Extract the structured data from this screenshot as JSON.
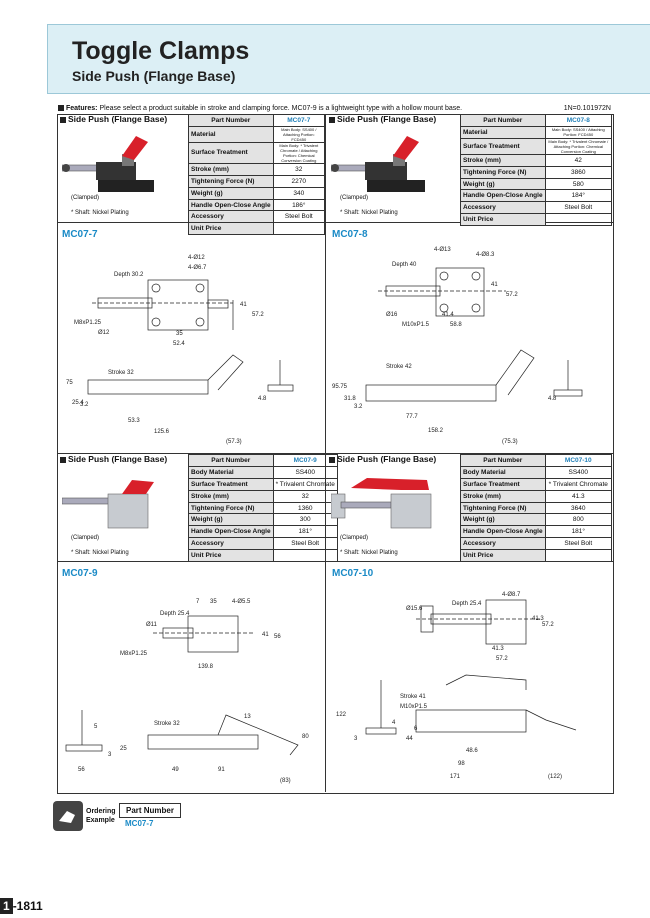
{
  "header": {
    "title": "Toggle Clamps",
    "subtitle": "Side Push (Flange Base)"
  },
  "features": {
    "label": "Features:",
    "text": "Please select a product suitable in stroke and clamping force. MC07-9 is a lightweight type with a hollow mount base.",
    "unit_note": "1N=0.101972N"
  },
  "products": [
    {
      "head": "Side Push (Flange Base)",
      "clamped": "(Clamped)",
      "shaft": "* Shaft: Nickel Plating",
      "pn_label": "Part Number",
      "pn": "MC07-7",
      "rows": [
        {
          "k": "Material",
          "v": "Main Body: SS400 / Attaching Portion: FCD450",
          "small": true
        },
        {
          "k": "Surface Treatment",
          "v": "Main Body: * Trivalent Chromate / Attaching Portion: Chemical Conversion Coating",
          "small": true
        },
        {
          "k": "Stroke (mm)",
          "v": "32"
        },
        {
          "k": "Tightening Force (N)",
          "v": "2270"
        },
        {
          "k": "Weight (g)",
          "v": "340"
        },
        {
          "k": "Handle Open-Close Angle",
          "v": "186°"
        },
        {
          "k": "Accessory",
          "v": "Steel Bolt"
        },
        {
          "k": "Unit Price",
          "v": ""
        }
      ]
    },
    {
      "head": "Side Push (Flange Base)",
      "clamped": "(Clamped)",
      "shaft": "* Shaft: Nickel Plating",
      "pn_label": "Part Number",
      "pn": "MC07-8",
      "rows": [
        {
          "k": "Material",
          "v": "Main Body: SS400 / Attaching Portion: FCD450",
          "small": true
        },
        {
          "k": "Surface Treatment",
          "v": "Main Body: * Trivalent Chromate / Attaching Portion: Chemical Conversion Coating",
          "small": true
        },
        {
          "k": "Stroke (mm)",
          "v": "42"
        },
        {
          "k": "Tightening Force (N)",
          "v": "3860"
        },
        {
          "k": "Weight (g)",
          "v": "580"
        },
        {
          "k": "Handle Open-Close Angle",
          "v": "184°"
        },
        {
          "k": "Accessory",
          "v": "Steel Bolt"
        },
        {
          "k": "Unit Price",
          "v": ""
        }
      ]
    },
    {
      "head": "Side Push (Flange Base)",
      "clamped": "(Clamped)",
      "shaft": "* Shaft: Nickel Plating",
      "pn_label": "Part Number",
      "pn": "MC07-9",
      "rows": [
        {
          "k": "Body Material",
          "v": "SS400"
        },
        {
          "k": "Surface Treatment",
          "v": "* Trivalent Chromate"
        },
        {
          "k": "Stroke (mm)",
          "v": "32"
        },
        {
          "k": "Tightening Force (N)",
          "v": "1360"
        },
        {
          "k": "Weight (g)",
          "v": "300"
        },
        {
          "k": "Handle Open-Close Angle",
          "v": "181°"
        },
        {
          "k": "Accessory",
          "v": "Steel Bolt"
        },
        {
          "k": "Unit Price",
          "v": ""
        }
      ]
    },
    {
      "head": "Side Push (Flange Base)",
      "clamped": "(Clamped)",
      "shaft": "* Shaft: Nickel Plating",
      "pn_label": "Part Number",
      "pn": "MC07-10",
      "rows": [
        {
          "k": "Body Material",
          "v": "SS400"
        },
        {
          "k": "Surface Treatment",
          "v": "* Trivalent Chromate"
        },
        {
          "k": "Stroke (mm)",
          "v": "41.3"
        },
        {
          "k": "Tightening Force (N)",
          "v": "3640"
        },
        {
          "k": "Weight (g)",
          "v": "800"
        },
        {
          "k": "Handle Open-Close Angle",
          "v": "181°"
        },
        {
          "k": "Accessory",
          "v": "Steel Bolt"
        },
        {
          "k": "Unit Price",
          "v": ""
        }
      ]
    }
  ],
  "drawings": {
    "d7": {
      "label": "MC07-7",
      "t1": "4-Ø12",
      "t2": "4-Ø6.7",
      "t3": "Depth 30.2",
      "t4": "41",
      "t5": "57.2",
      "t6": "M8xP1.25",
      "t7": "Ø12",
      "t8": "35",
      "t9": "52.4",
      "t10": "Stroke 32",
      "t11": "75",
      "t12": "25.4",
      "t13": "3.2",
      "t14": "53.3",
      "t15": "125.6",
      "t16": "(57.3)",
      "t17": "4.8"
    },
    "d8": {
      "label": "MC07-8",
      "t1": "4-Ø13",
      "t2": "4-Ø8.3",
      "t3": "Depth 40",
      "t4": "41",
      "t5": "57.2",
      "t6": "Ø16",
      "t7": "M10xP1.5",
      "t8": "41.4",
      "t9": "58.8",
      "t10": "Stroke 42",
      "t11": "95.75",
      "t12": "31.8",
      "t13": "3.2",
      "t14": "77.7",
      "t15": "158.2",
      "t16": "(75.3)",
      "t17": "4.8"
    },
    "d9": {
      "label": "MC07-9",
      "t1": "7",
      "t2": "35",
      "t3": "4-Ø5.5",
      "t4": "Depth 25.4",
      "t5": "Ø11",
      "t6": "41",
      "t7": "56",
      "t8": "M8xP1.25",
      "t9": "139.8",
      "t10": "5",
      "t11": "Stroke 32",
      "t12": "13",
      "t13": "80",
      "t14": "3",
      "t15": "25",
      "t16": "56",
      "t17": "49",
      "t18": "91",
      "t19": "(83)"
    },
    "d10": {
      "label": "MC07-10",
      "t1": "4-Ø8.7",
      "t2": "Ø15.6",
      "t3": "Depth 25.4",
      "t4": "41.3",
      "t5": "57.2",
      "t6": "41.3",
      "t7": "57.2",
      "t8": "Stroke 41",
      "t9": "M10xP1.5",
      "t10": "122",
      "t11": "4",
      "t12": "44",
      "t13": "6",
      "t14": "3",
      "t15": "48.6",
      "t16": "98",
      "t17": "171",
      "t18": "(122)"
    }
  },
  "footer": {
    "ordering": "Ordering",
    "example": "Example",
    "pn_label": "Part Number",
    "pn": "MC07-7",
    "page_prefix": "1",
    "page_num": "-1811"
  },
  "colors": {
    "accent": "#1a8ac6",
    "header_bg": "#dceff5",
    "handle_red": "#d8202a"
  }
}
